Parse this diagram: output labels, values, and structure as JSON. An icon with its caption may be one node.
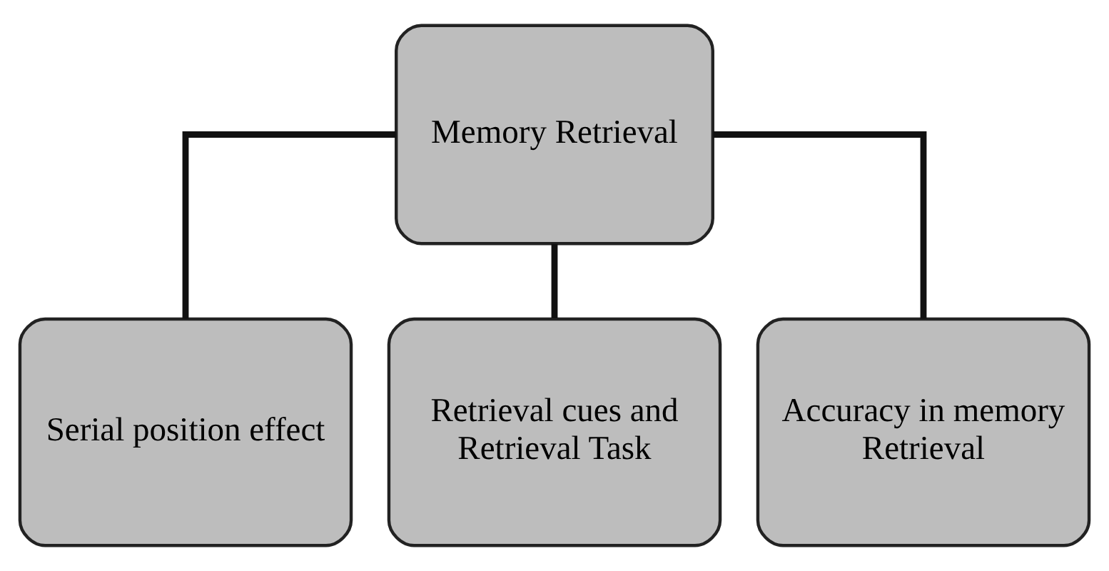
{
  "diagram": {
    "nodes": [
      {
        "text": [
          "Memory Retrieval"
        ]
      },
      {
        "text": [
          "Serial position effect"
        ]
      },
      {
        "text": [
          "Retrieval cues and Retrieval Task"
        ]
      },
      {
        "text": [
          "Accuracy in memory Retrieval"
        ]
      }
    ],
    "edges": [
      {
        "from": 0,
        "to": 1,
        "arrow": "none"
      },
      {
        "from": 0,
        "to": 2,
        "arrow": "none"
      },
      {
        "from": 0,
        "to": 3,
        "arrow": "none"
      }
    ]
  }
}
